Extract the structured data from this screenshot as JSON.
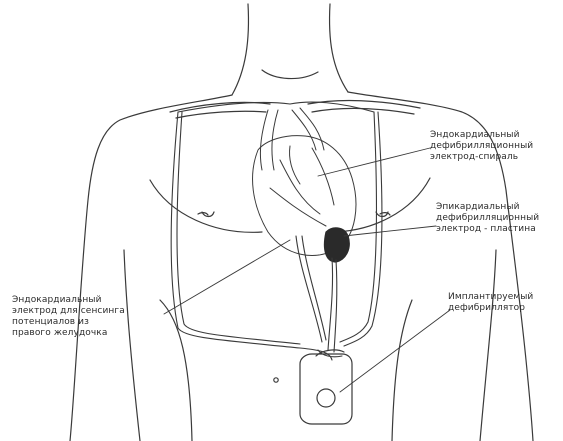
{
  "labels": {
    "endocardial_coil": {
      "lines": [
        "Эндокардиальный",
        "дефибрилляционный",
        "электрод-спираль"
      ]
    },
    "epicardial_patch": {
      "lines": [
        "Эпикардиальный",
        "дефибрилляционный",
        "электрод - пластина"
      ]
    },
    "sensing_lead": {
      "lines": [
        "Эндокардиальный",
        "электрод для сенсинга",
        "потенциалов из",
        "правого желудочка"
      ]
    },
    "implantable_device": {
      "lines": [
        "Имплантируемый",
        "дефибриллятор"
      ]
    }
  },
  "colors": {
    "line": "#3a3a3a",
    "heart_shade": "#2a2a2a"
  }
}
